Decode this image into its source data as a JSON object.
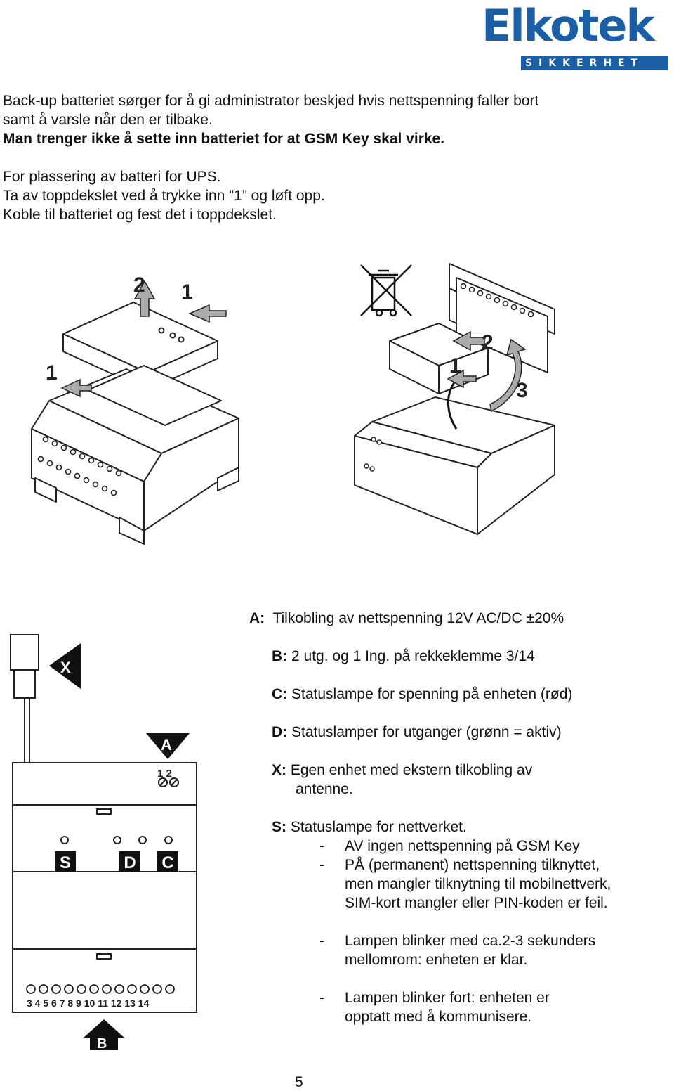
{
  "logo": {
    "brand": "Elkotek",
    "tagline": "SIKKERHET"
  },
  "intro": {
    "line1": "Back-up batteriet sørger for å gi administrator beskjed hvis nettspenning faller bort",
    "line2": "samt å varsle når den er tilbake.",
    "line3": "Man trenger ikke å sette inn batteriet for at GSM Key skal virke.",
    "line4": "For plassering av batteri for UPS.",
    "line5": "Ta av toppdekslet ved å trykke inn ”1” og løft opp.",
    "line6": "Koble til batteriet og fest det i toppdekslet."
  },
  "figure1": {
    "label_2": "2",
    "label_1_top": "1",
    "label_1_left": "1"
  },
  "figure2": {
    "label_2": "2",
    "label_1": "1",
    "label_3": "3"
  },
  "figure3": {
    "marker_x": "X",
    "marker_a": "A",
    "marker_b": "B",
    "terminals_top": "1 2",
    "terminals_bottom": "3 4 5 6 7 8 9 10 11 12 13 14",
    "led_s": "S",
    "led_d": "D",
    "led_c": "C"
  },
  "legend": {
    "a_key": "A:",
    "a_text": "Tilkobling av nettspenning 12V AC/DC ±20%",
    "b_key": "B:",
    "b_text": "2 utg. og 1 Ing. på rekkeklemme 3/14",
    "c_key": "C:",
    "c_text": "Statuslampe for spenning på enheten (rød)",
    "d_key": "D:",
    "d_text": "Statuslamper for utganger (grønn = aktiv)",
    "x_key": "X:",
    "x_text": "Egen enhet med ekstern tilkobling av",
    "x_text2": "antenne.",
    "s_key": "S:",
    "s_text": "Statuslampe for nettverket.",
    "bullets": [
      {
        "dash": "-",
        "text": "AV ingen nettspenning på GSM Key"
      },
      {
        "dash": "-",
        "text": "PÅ (permanent) nettspenning tilknyttet, men mangler tilknytning til mobilnettverk, SIM-kort mangler eller PIN-koden er feil."
      },
      {
        "dash": "-",
        "text": "Lampen blinker med ca.2-3 sekunders mellomrom: enheten er klar."
      },
      {
        "dash": "-",
        "text": "Lampen blinker fort: enheten er opptatt med å kommunisere."
      }
    ]
  },
  "page_number": "5",
  "colors": {
    "brand": "#1a5fa6",
    "text": "#111111",
    "line": "#222222"
  }
}
